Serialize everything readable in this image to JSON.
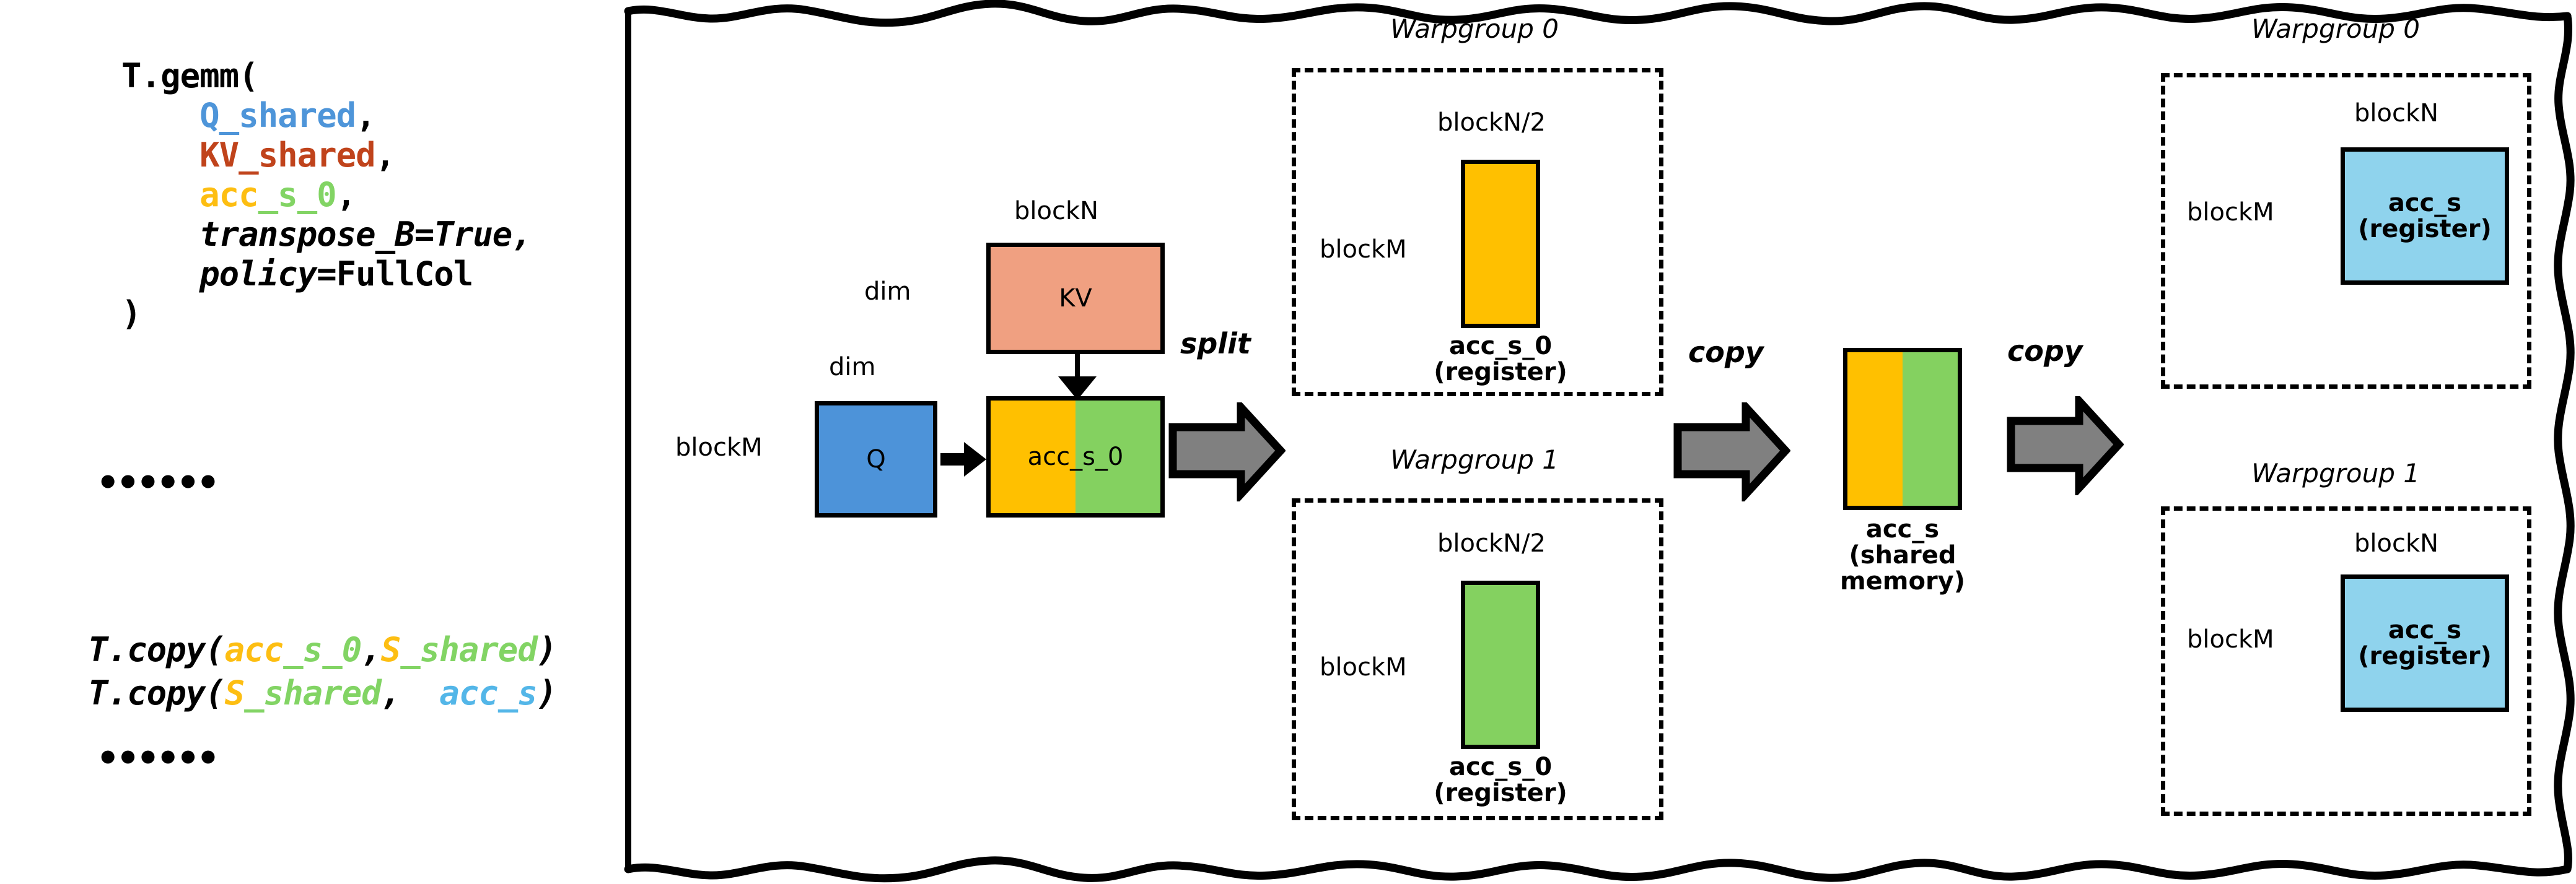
{
  "code": {
    "lines": [
      {
        "segments": [
          {
            "t": "T.gemm(",
            "c": "black"
          }
        ]
      },
      {
        "segments": [
          {
            "t": "    ",
            "c": "black"
          },
          {
            "t": "Q_shared",
            "c": "blue"
          },
          {
            "t": ",",
            "c": "black"
          }
        ]
      },
      {
        "segments": [
          {
            "t": "    ",
            "c": "black"
          },
          {
            "t": "KV_shared",
            "c": "rust"
          },
          {
            "t": ",",
            "c": "black"
          }
        ]
      },
      {
        "segments": [
          {
            "t": "    ",
            "c": "black"
          },
          {
            "t": "acc",
            "c": "yellow"
          },
          {
            "t": "_s_0",
            "c": "green"
          },
          {
            "t": ",",
            "c": "black"
          }
        ]
      },
      {
        "italic": true,
        "segments": [
          {
            "t": "    transpose_B=True,",
            "c": "black"
          }
        ]
      },
      {
        "italic": true,
        "segments": [
          {
            "t": "    policy",
            "c": "black"
          },
          {
            "t": "=FullCol",
            "c": "black",
            "upright": true
          }
        ]
      },
      {
        "segments": [
          {
            "t": ")",
            "c": "black"
          }
        ]
      }
    ],
    "ellipsis_top": "••••••",
    "copy_line_1": [
      {
        "t": "T.copy(",
        "c": "black",
        "italic": true
      },
      {
        "t": "acc",
        "c": "yellow",
        "italic": true
      },
      {
        "t": "_s_0",
        "c": "green",
        "italic": true
      },
      {
        "t": ",",
        "c": "black",
        "italic": true
      },
      {
        "t": "S",
        "c": "yellow",
        "italic": true
      },
      {
        "t": "_shared",
        "c": "green",
        "italic": true
      },
      {
        "t": ")",
        "c": "black",
        "italic": true
      }
    ],
    "copy_line_2": [
      {
        "t": "T.copy(",
        "c": "black",
        "italic": true
      },
      {
        "t": "S",
        "c": "yellow",
        "italic": true
      },
      {
        "t": "_shared",
        "c": "green",
        "italic": true
      },
      {
        "t": ",",
        "c": "black",
        "italic": true
      },
      {
        "t": "  acc_s",
        "c": "lblue",
        "italic": true
      },
      {
        "t": ")",
        "c": "black",
        "italic": true
      }
    ],
    "ellipsis_bottom": "••••••"
  },
  "diagram": {
    "gemm": {
      "blockM_label": "blockM",
      "q_dim_label": "dim",
      "kv_dim_label": "dim",
      "blockN_label": "blockN",
      "q_box_label": "Q",
      "kv_box_label": "KV",
      "acc_box_label": "acc_s_0"
    },
    "split_label": "split",
    "copy_label_1": "copy",
    "copy_label_2": "copy",
    "warpgroups_split": [
      {
        "title": "Warpgroup 0",
        "top_dim": "blockN/2",
        "left_dim": "blockM",
        "caption": "acc_s_0\n(register)",
        "color": "#FFC000"
      },
      {
        "title": "Warpgroup 1",
        "top_dim": "blockN/2",
        "left_dim": "blockM",
        "caption": "acc_s_0\n(register)",
        "color": "#84D160"
      }
    ],
    "shared": {
      "caption": "acc_s\n(shared\nmemory)",
      "left_color": "#FFC000",
      "right_color": "#84D160"
    },
    "warpgroups_final": [
      {
        "title": "Warpgroup 0",
        "top_dim": "blockN",
        "left_dim": "blockM",
        "box_label": "acc_s\n(register)",
        "color": "#8FD3ED"
      },
      {
        "title": "Warpgroup 1",
        "top_dim": "blockN",
        "left_dim": "blockM",
        "box_label": "acc_s\n(register)",
        "color": "#8FD3ED"
      }
    ]
  },
  "colors": {
    "q_blue": "#4D93D9",
    "kv_salmon": "#F0A081",
    "acc_yellow": "#FFC000",
    "acc_green": "#84D160",
    "register_blue": "#8FD3ED",
    "arrow_gray": "#808080",
    "stroke": "#000000"
  }
}
